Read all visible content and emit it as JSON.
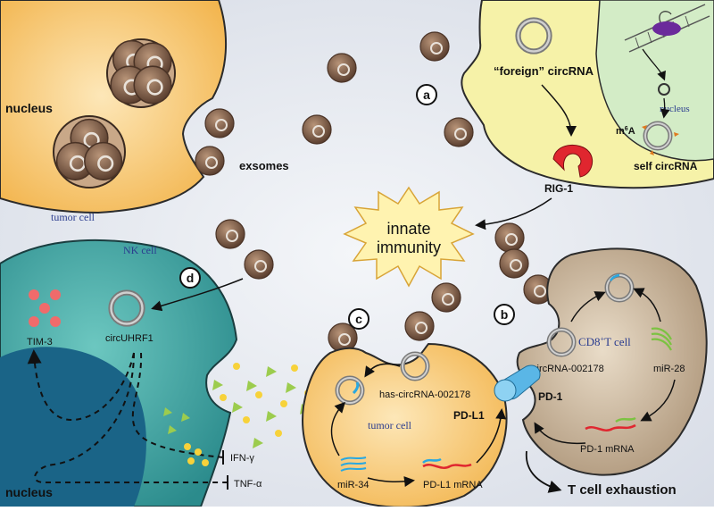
{
  "labels": {
    "nucleus_top": "nucleus",
    "tumor_cell_top": "tumor cell",
    "exsomes": "exsomes",
    "foreign_circrna": "“foreign” circRNA",
    "nucleus_inner": "nucleus",
    "m6a_base": "m",
    "m6a_sup": "6",
    "m6a_end": "A",
    "self_circrna": "self circRNA",
    "rig1": "RIG-1",
    "innate_line1": "innate",
    "innate_line2": "immunity",
    "nk_cell": "NK cell",
    "tim3": "TIM-3",
    "circuhrf1": "circUHRF1",
    "ifn": "IFN-γ",
    "tnf": "TNF-α",
    "nucleus_bottom": "nucleus",
    "has_circrna": "has-circRNA-002178",
    "pdl1": "PD-L1",
    "tumor_cell_bottom": "tumor cell",
    "mir34": "miR-34",
    "pdl1_mrna": "PD-L1 mRNA",
    "pd1": "PD-1",
    "cd8_base": "CD8",
    "cd8_sup": "+",
    "cd8_end": "T cell",
    "circrna_002178": "circRNA-002178",
    "mir28": "miR-28",
    "pd1_mrna": "PD-1 mRNA",
    "t_exhaustion": "T cell exhaustion"
  },
  "panel_labels": [
    "a",
    "b",
    "c",
    "d"
  ],
  "colors": {
    "background": "#e3e7ee",
    "tumor_cell": "#f7c567",
    "right_cell": "#f6f2a8",
    "nucleus_green": "#d3ecc6",
    "nk_cell": "#3aa6a1",
    "nk_nucleus": "#1a6487",
    "t_cell": "#c7b59a",
    "exosome": "#8b6a52",
    "rig1": "#e0262f",
    "pd1": "#5ab6e6",
    "starburst": "#fff3b0",
    "tim3_dots": "#ef6b6b",
    "ifn_green": "#9ccc4e",
    "tnf_yellow": "#f7d23a"
  }
}
